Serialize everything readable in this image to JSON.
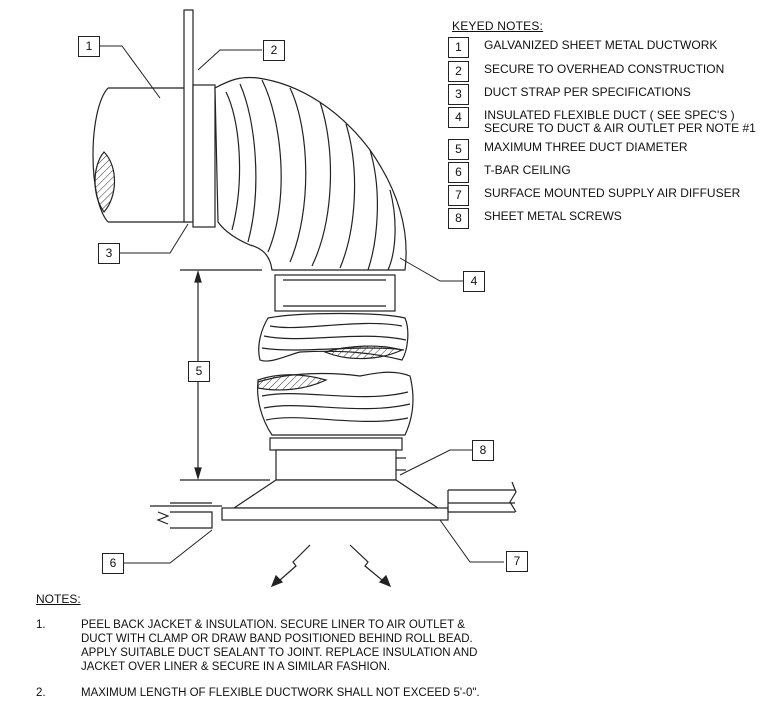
{
  "keyed_notes": {
    "title": "KEYED NOTES:",
    "items": [
      {
        "num": "1",
        "text": "GALVANIZED SHEET METAL DUCTWORK"
      },
      {
        "num": "2",
        "text": "SECURE TO OVERHEAD CONSTRUCTION"
      },
      {
        "num": "3",
        "text": "DUCT STRAP PER   SPECIFICATIONS"
      },
      {
        "num": "4",
        "text": "INSULATED FLEXIBLE DUCT ( SEE SPEC'S )\nSECURE TO DUCT & AIR OUTLET PER NOTE #1"
      },
      {
        "num": "5",
        "text": "MAXIMUM THREE DUCT DIAMETER"
      },
      {
        "num": "6",
        "text": "T-BAR CEILING"
      },
      {
        "num": "7",
        "text": "SURFACE MOUNTED SUPPLY AIR DIFFUSER"
      },
      {
        "num": "8",
        "text": "SHEET METAL SCREWS"
      }
    ]
  },
  "callouts": {
    "c1": "1",
    "c2": "2",
    "c3": "3",
    "c4": "4",
    "c5": "5",
    "c6": "6",
    "c7": "7",
    "c8": "8"
  },
  "notes": {
    "title": "NOTES:",
    "items": [
      {
        "num": "1.",
        "text": "PEEL BACK JACKET & INSULATION.  SECURE LINER TO AIR OUTLET &\nDUCT WITH CLAMP OR DRAW BAND POSITIONED BEHIND ROLL BEAD.\nAPPLY SUITABLE DUCT SEALANT TO JOINT. REPLACE INSULATION AND\nJACKET OVER LINER & SECURE IN A SIMILAR FASHION."
      },
      {
        "num": "2.",
        "text": "MAXIMUM LENGTH OF FLEXIBLE DUCTWORK SHALL NOT EXCEED 5'-0\"."
      }
    ]
  },
  "colors": {
    "line": "#222222",
    "hatch": "#333333",
    "background": "#ffffff"
  }
}
